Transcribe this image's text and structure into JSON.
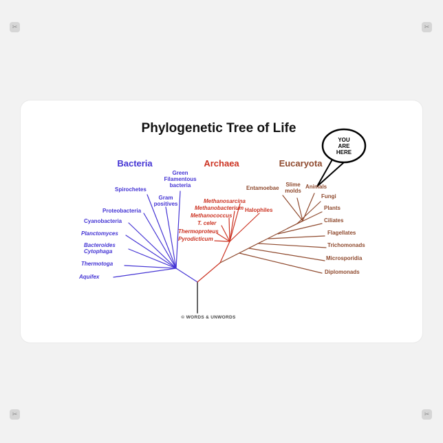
{
  "page": {
    "background": "#f2f2f2"
  },
  "sticker": {
    "title": "Phylogenetic Tree of Life",
    "watermark": "© WORDS & UNWORDS"
  },
  "bubble": {
    "text": "YOU\nARE\nHERE"
  },
  "icons": {
    "corner_glyph": "✂",
    "corner_name": "scissors-cut-icon"
  },
  "colors": {
    "bacteria": "#4434d4",
    "archaea": "#cc3322",
    "eucaryota": "#8f4a2e",
    "root_line": "#222222",
    "bubble_outline": "#000000"
  },
  "domains": [
    {
      "id": "bacteria",
      "label": "Bacteria"
    },
    {
      "id": "archaea",
      "label": "Archaea"
    },
    {
      "id": "eucaryota",
      "label": "Eucaryota"
    }
  ],
  "taxa": {
    "bacteria": [
      {
        "label": "Green\nFilamentous\nbacteria"
      },
      {
        "label": "Spirochetes"
      },
      {
        "label": "Gram\npositives"
      },
      {
        "label": "Proteobacteria"
      },
      {
        "label": "Cyanobacteria"
      },
      {
        "label": "Planctomyces"
      },
      {
        "label": "Bacteroides\nCytophaga"
      },
      {
        "label": "Thermotoga"
      },
      {
        "label": "Aquifex"
      }
    ],
    "archaea": [
      {
        "label": "Methanosarcina"
      },
      {
        "label": "Methanobacterium"
      },
      {
        "label": "Methanococcus"
      },
      {
        "label": "T. celer"
      },
      {
        "label": "Thermoproteus"
      },
      {
        "label": "Pyrodicticum"
      },
      {
        "label": "Halophiles"
      }
    ],
    "eucaryota": [
      {
        "label": "Entamoebae"
      },
      {
        "label": "Slime\nmolds"
      },
      {
        "label": "Animals"
      },
      {
        "label": "Fungi"
      },
      {
        "label": "Plants"
      },
      {
        "label": "Ciliates"
      },
      {
        "label": "Flagellates"
      },
      {
        "label": "Trichomonads"
      },
      {
        "label": "Microsporidia"
      },
      {
        "label": "Diplomonads"
      }
    ]
  }
}
